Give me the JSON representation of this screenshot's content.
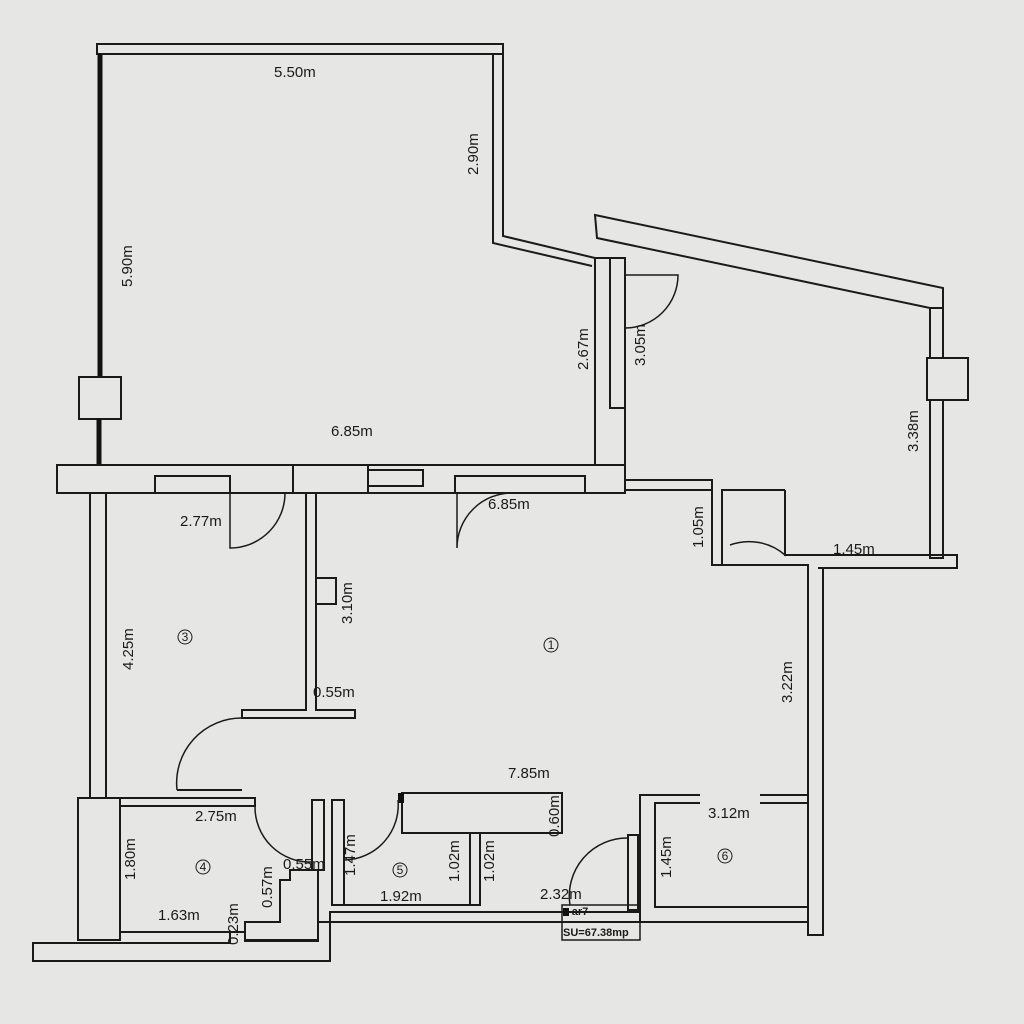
{
  "plan": {
    "dimensions": {
      "top_width": "5.50m",
      "top_right_height": "2.90m",
      "left_height": "5.90m",
      "inner_wall_267": "2.67m",
      "inner_wall_305": "3.05m",
      "right_room_height": "3.38m",
      "mid_width_upper": "6.85m",
      "mid_width_lower": "6.85m",
      "room3_width": "2.77m",
      "step_105": "1.05m",
      "right_step_145": "1.45m",
      "wall_310": "3.10m",
      "room3_height": "4.25m",
      "stub_055": "0.55m",
      "right_wall_322": "3.22m",
      "main_width": "7.85m",
      "cabinet_060": "0.60m",
      "room4_width": "2.75m",
      "room6_width": "3.12m",
      "room4_height": "1.80m",
      "corr_147": "1.47m",
      "corr_055": "0.55m",
      "room5_102a": "1.02m",
      "room5_102b": "1.02m",
      "room6_height": "1.45m",
      "step_057": "0.57m",
      "room5_width": "1.92m",
      "width_232": "2.32m",
      "room4_bottom": "1.63m",
      "step_023": "0.23m"
    },
    "rooms": [
      "1",
      "3",
      "4",
      "5",
      "6"
    ],
    "stamp": {
      "mark": "ar7",
      "area": "SU=67.38mp"
    }
  }
}
